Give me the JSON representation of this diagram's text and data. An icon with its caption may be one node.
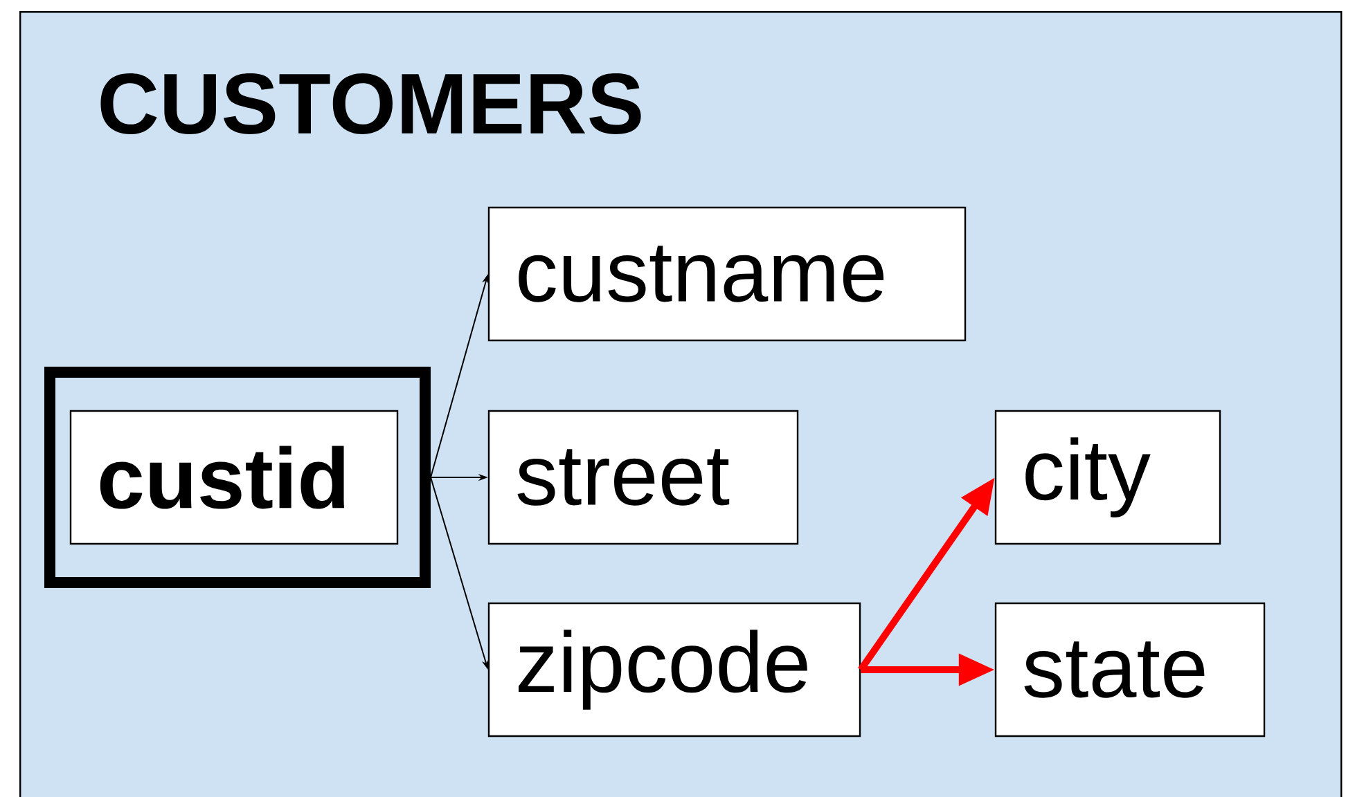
{
  "diagram": {
    "nodes": [
      {
        "text": [
          "CUSTOMERS"
        ]
      },
      {
        "text": [],
        "shape": "box",
        "in": 0
      },
      {
        "text": [
          "custid"
        ],
        "in": 1
      },
      {
        "text": [
          "custname"
        ],
        "in": 0
      },
      {
        "text": [
          "street"
        ],
        "in": 0
      },
      {
        "text": [
          "zipcode"
        ],
        "in": 0
      },
      {
        "text": [
          "city"
        ],
        "in": 0
      },
      {
        "text": [
          "state"
        ],
        "in": 0
      }
    ],
    "edges": [
      {
        "from": 1,
        "to": 3,
        "arrow": "to"
      },
      {
        "from": 1,
        "to": 4,
        "arrow": "to"
      },
      {
        "from": 1,
        "to": 5,
        "arrow": "to"
      },
      {
        "from": 5,
        "to": 6,
        "arrow": "to",
        "style": "thick",
        "color": "#ff0000"
      },
      {
        "from": 5,
        "to": 7,
        "arrow": "to",
        "style": "thick",
        "color": "#ff0000"
      }
    ]
  }
}
